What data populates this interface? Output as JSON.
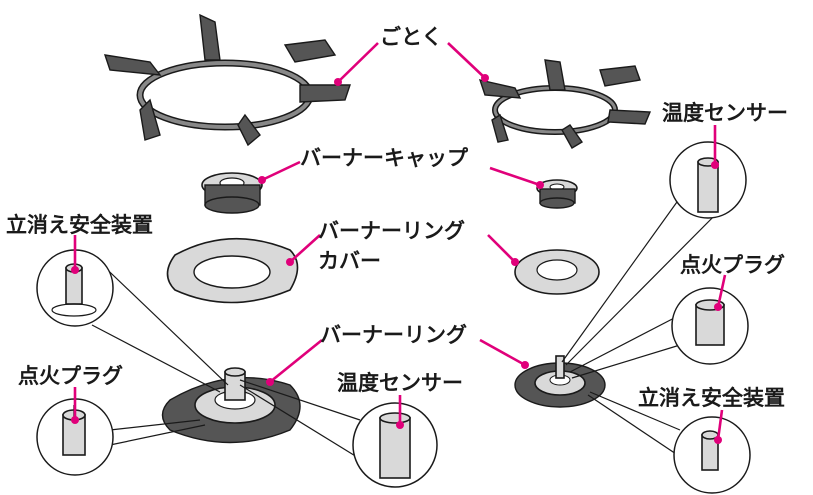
{
  "labels": {
    "gotoku": "ごとく",
    "burner_cap": "バーナーキャップ",
    "burner_ring_cover_1": "バーナーリング",
    "burner_ring_cover_2": "カバー",
    "burner_ring": "バーナーリング",
    "temp_sensor_left": "温度センサー",
    "temp_sensor_right": "温度センサー",
    "flame_failure_left": "立消え安全装置",
    "flame_failure_right": "立消え安全装置",
    "ignition_plug_left": "点火プラグ",
    "ignition_plug_right": "点火プラグ"
  },
  "colors": {
    "accent": "#e0007a",
    "part_fill": "#d9d9d9",
    "dark_fill": "#555555",
    "outline": "#1a1a1a"
  }
}
